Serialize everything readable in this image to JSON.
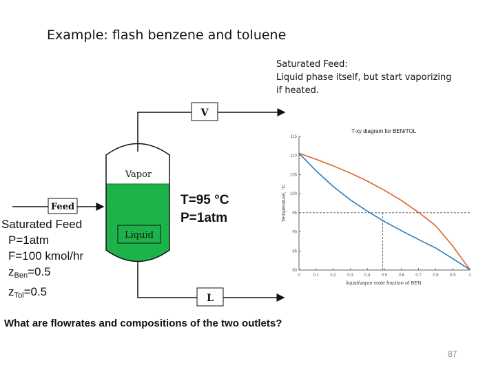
{
  "slide": {
    "title": "Example: flash benzene and toluene",
    "note_lines": [
      "Saturated Feed:",
      "Liquid phase itself, but start vaporizing",
      "if heated."
    ],
    "conditions": {
      "temperature": "T=95 °C",
      "pressure": "P=1atm"
    },
    "feed_info": {
      "line1": "Saturated Feed",
      "line2": "P=1atm",
      "line3": "F=100 kmol/hr",
      "z_ben_main": "z",
      "z_ben_sub": "Ben",
      "z_ben_val": "=0.5",
      "z_tol_main": "z",
      "z_tol_sub": "Tol",
      "z_tol_val": "=0.5"
    },
    "question": "What are flowrates and compositions of the two outlets?",
    "page_number": "87"
  },
  "diagram": {
    "vapor_label": "Vapor",
    "liquid_label": "Liquid",
    "feed_label": "Feed",
    "vapor_outlet_label": "V",
    "liquid_outlet_label": "L",
    "liquid_color": "#1db34a"
  },
  "chart_data": {
    "type": "line",
    "title": "T-xy diagram for BEN/TOL",
    "xlabel": "liquid/vapor mole fraction of BEN",
    "ylabel": "Temperature, °C",
    "xlim": [
      0,
      1
    ],
    "ylim": [
      80,
      115
    ],
    "x_ticks": [
      "0",
      "0.1",
      "0.2",
      "0.3",
      "0.4",
      "0.5",
      "0.6",
      "0.7",
      "0.8",
      "0.9",
      "1"
    ],
    "y_ticks": [
      "80",
      "85",
      "90",
      "95",
      "100",
      "105",
      "110",
      "115"
    ],
    "series": [
      {
        "color": "#d9662a",
        "x": [
          0,
          0.1,
          0.2,
          0.3,
          0.4,
          0.5,
          0.6,
          0.7,
          0.8,
          0.9,
          1
        ],
        "y": [
          110.6,
          109.0,
          107.3,
          105.4,
          103.3,
          100.9,
          98.2,
          95.1,
          91.6,
          86.3,
          80.1
        ]
      },
      {
        "color": "#2b7bb9",
        "x": [
          0,
          0.1,
          0.2,
          0.3,
          0.4,
          0.5,
          0.6,
          0.7,
          0.8,
          0.9,
          1
        ],
        "y": [
          110.6,
          106.0,
          101.9,
          98.4,
          95.4,
          92.7,
          90.3,
          88.0,
          85.8,
          83.0,
          80.1
        ]
      }
    ],
    "reference_lines": {
      "T": 95,
      "x": 0.49
    },
    "colors": {
      "dew": "#d9662a",
      "bubble": "#2b7bb9"
    }
  }
}
